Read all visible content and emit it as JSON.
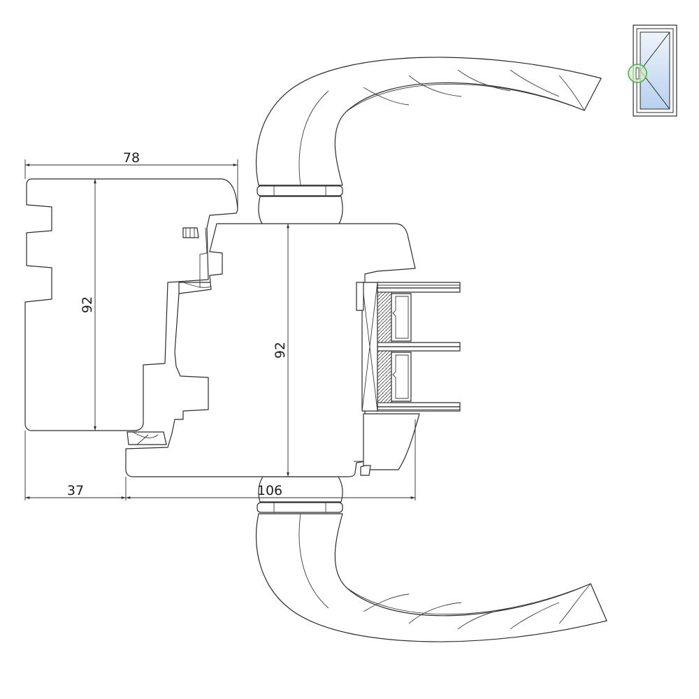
{
  "dimensions": {
    "frame_width": "78",
    "frame_height": "92",
    "sash_height": "92",
    "frame_offset": "37",
    "sash_depth": "106"
  },
  "colors": {
    "line": "#2b2b2b",
    "glass_tint": "#cfe0f3",
    "highlight_circle": "#49b34a",
    "highlight_fill": "#d8efc8",
    "hatch": "#555555"
  },
  "icons": {
    "thumbnail": "window-casement-icon",
    "handle": "lever-handle-icon"
  }
}
